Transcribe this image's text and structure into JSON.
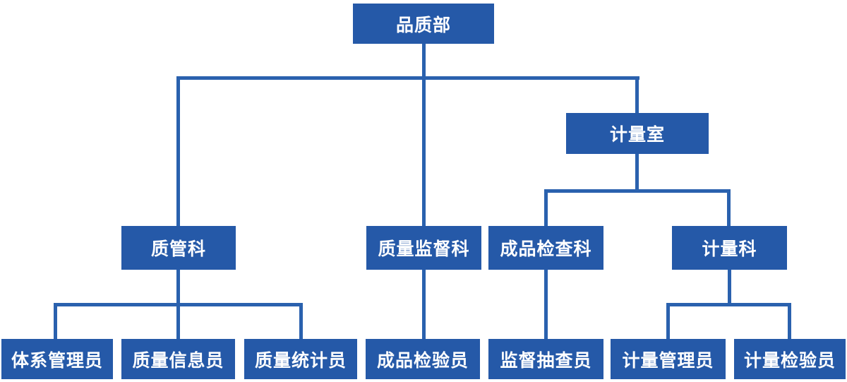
{
  "colors": {
    "node_fill": "#2559a8",
    "connector_line": "#2a61ae",
    "node_text": "#ffffff",
    "background": "#ffffff"
  },
  "org": {
    "label": "品质部",
    "children": [
      {
        "label": "质管科",
        "children": [
          {
            "label": "体系管理员"
          },
          {
            "label": "质量信息员"
          },
          {
            "label": "质量统计员"
          }
        ]
      },
      {
        "label": "质量监督科",
        "children": [
          {
            "label": "成品检验员"
          }
        ]
      },
      {
        "label": "计量室",
        "children": [
          {
            "label": "成品检查科",
            "children": [
              {
                "label": "监督抽查员"
              }
            ]
          },
          {
            "label": "计量科",
            "children": [
              {
                "label": "计量管理员"
              },
              {
                "label": "计量检验员"
              }
            ]
          }
        ]
      }
    ]
  }
}
